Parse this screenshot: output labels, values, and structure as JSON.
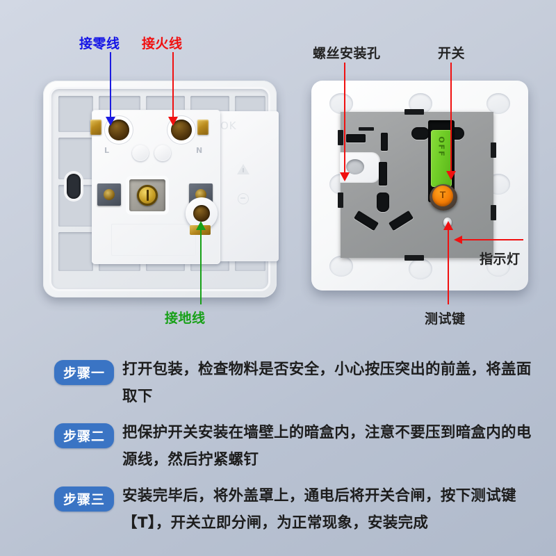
{
  "page": {
    "background_top": "#d2d8e4",
    "background_bottom": "#b0bacb"
  },
  "annotations": {
    "neutral_wire": {
      "label": "接零线",
      "color": "#1414e6"
    },
    "live_wire": {
      "label": "接火线",
      "color": "#f01010"
    },
    "ground_wire": {
      "label": "接地线",
      "color": "#17a017"
    },
    "screw_hole": {
      "label": "螺丝安装孔",
      "color": "#232323"
    },
    "switch": {
      "label": "开关",
      "color": "#232323"
    },
    "indicator_light": {
      "label": "指示灯",
      "color": "#232323"
    },
    "test_button": {
      "label": "测试键",
      "color": "#232323"
    }
  },
  "left_device": {
    "name": "socket-back-plate",
    "terminal_markings": {
      "live": "L",
      "neutral": "N"
    },
    "emboss_text": "OK"
  },
  "right_device": {
    "name": "socket-front-face",
    "switch_lever_text": "OFF",
    "test_button_text": "T"
  },
  "steps": [
    {
      "badge": "步骤一",
      "text": "打开包装，检查物料是否安全，小心按压突出的前盖，将盖面取下"
    },
    {
      "badge": "步骤二",
      "text": "把保护开关安装在墙壁上的暗盒内，注意不要压到暗盒内的电源线，然后拧紧螺钉"
    },
    {
      "badge": "步骤三",
      "text": "安装完毕后，将外盖罩上，通电后将开关合闸，按下测试键【T】，开关立即分闸，为正常现象，安装完成"
    }
  ],
  "colors": {
    "badge_blue": "#3a74c4",
    "annotation_red": "#f01010",
    "annotation_blue": "#1414e6",
    "annotation_green": "#17a017",
    "switch_green": "#72cf28",
    "test_orange": "#f47d05"
  }
}
